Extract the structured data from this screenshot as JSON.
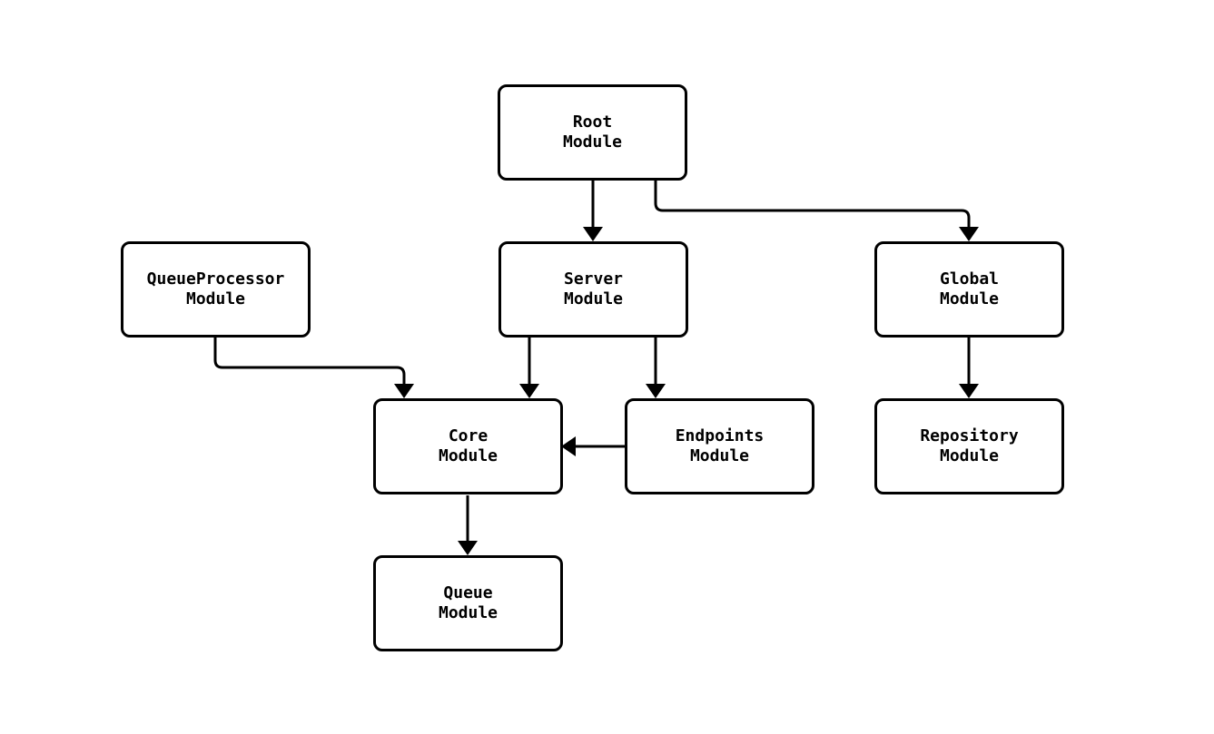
{
  "diagram": {
    "type": "flowchart",
    "direction": "top-down",
    "colors": {
      "stroke": "#000000",
      "node_fill": "#ffffff",
      "background": "#ffffff",
      "text": "#000000"
    },
    "nodes": [
      {
        "id": "root",
        "label": "Root\nModule"
      },
      {
        "id": "queueprocessor",
        "label": "QueueProcessor\nModule"
      },
      {
        "id": "server",
        "label": "Server\nModule"
      },
      {
        "id": "global",
        "label": "Global\nModule"
      },
      {
        "id": "core",
        "label": "Core\nModule"
      },
      {
        "id": "endpoints",
        "label": "Endpoints\nModule"
      },
      {
        "id": "repository",
        "label": "Repository\nModule"
      },
      {
        "id": "queue",
        "label": "Queue\nModule"
      }
    ],
    "edges": [
      {
        "from": "root",
        "to": "server"
      },
      {
        "from": "root",
        "to": "global"
      },
      {
        "from": "queueprocessor",
        "to": "core"
      },
      {
        "from": "server",
        "to": "core"
      },
      {
        "from": "server",
        "to": "endpoints"
      },
      {
        "from": "endpoints",
        "to": "core"
      },
      {
        "from": "global",
        "to": "repository"
      },
      {
        "from": "core",
        "to": "queue"
      }
    ]
  }
}
